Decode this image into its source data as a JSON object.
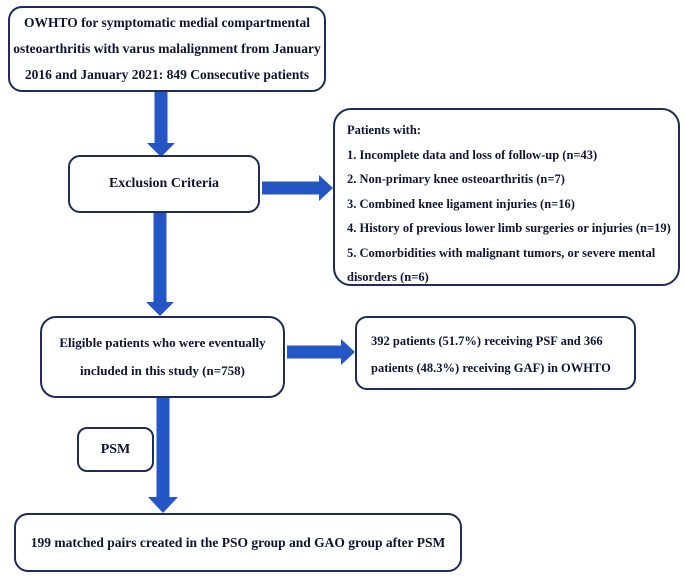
{
  "colors": {
    "border": "#1f2c55",
    "arrow": "#2457c5",
    "text": "#0e1530",
    "background": "#ffffff"
  },
  "flowchart": {
    "source_box": {
      "lines": [
        "OWHTO for symptomatic medial compartmental",
        "osteoarthritis with varus malalignment from January",
        "2016 and January 2021: 849 Consecutive patients"
      ]
    },
    "exclusion_box": {
      "label": "Exclusion Criteria"
    },
    "exclusion_details_box": {
      "lines": [
        "Patients with:",
        "1. Incomplete data and loss of follow-up (n=43)",
        "2. Non-primary knee osteoarthritis (n=7)",
        "3. Combined knee ligament injuries (n=16)",
        "4. History of previous lower limb surgeries or injuries (n=19)",
        "5. Comorbidities with malignant tumors, or severe mental",
        "disorders (n=6)"
      ]
    },
    "eligible_box": {
      "lines": [
        "Eligible patients who were eventually",
        "included in this study (n=758)"
      ]
    },
    "fixation_box": {
      "lines": [
        "392 patients (51.7%) receiving PSF and 366",
        "patients (48.3%) receiving GAF) in OWHTO"
      ]
    },
    "psm_box": {
      "label": "PSM"
    },
    "matched_box": {
      "label": "199 matched pairs created in the PSO group and GAO group after PSM"
    }
  }
}
